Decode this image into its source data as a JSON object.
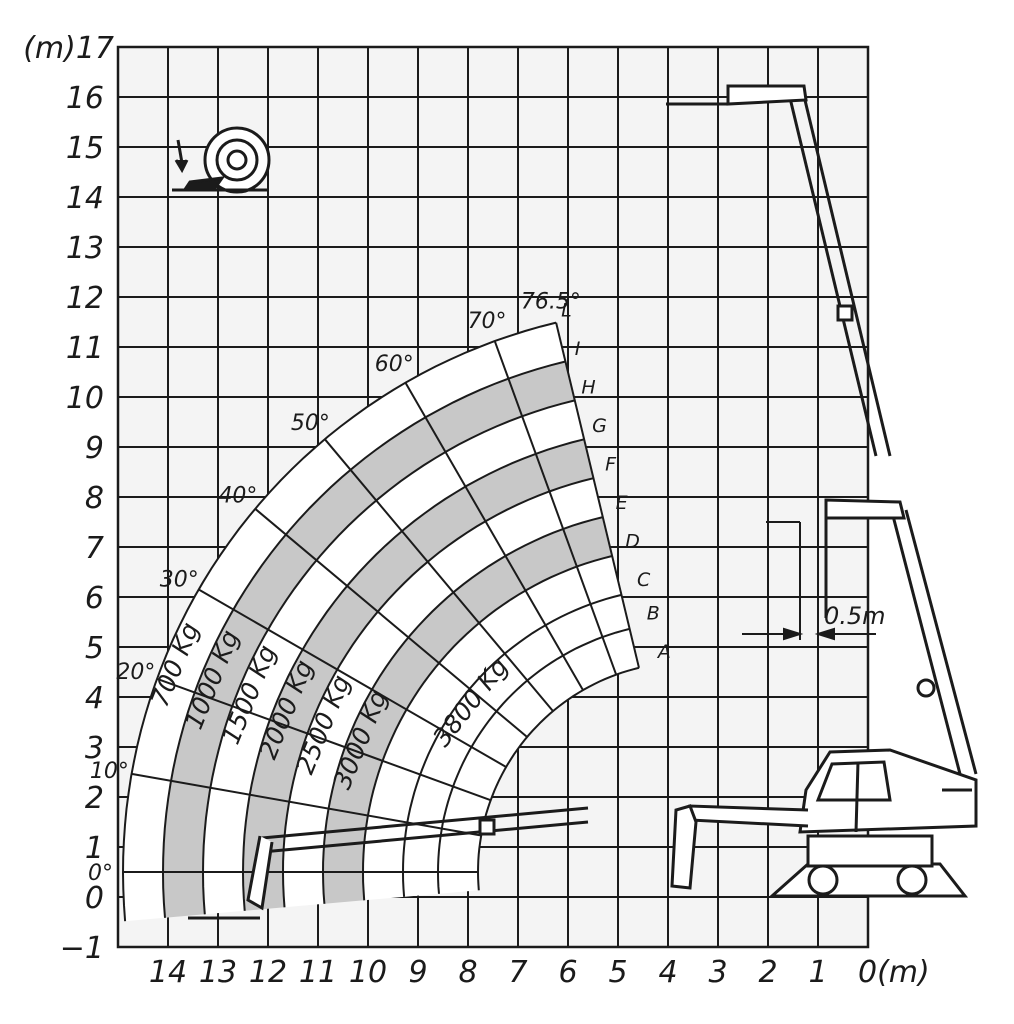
{
  "chart_data": {
    "type": "load_chart",
    "x_axis": {
      "range": [
        0,
        15
      ],
      "reversed": true,
      "ticks": [
        "14",
        "13",
        "12",
        "11",
        "10",
        "9",
        "8",
        "7",
        "6",
        "5",
        "4",
        "3",
        "2",
        "1"
      ],
      "zero_label": "0(m)"
    },
    "y_axis": {
      "range": [
        -1,
        17
      ],
      "ticks": [
        "-1",
        "0",
        "1",
        "2",
        "3",
        "4",
        "5",
        "6",
        "7",
        "8",
        "9",
        "10",
        "11",
        "12",
        "13",
        "14",
        "15",
        "16"
      ],
      "top_label": "(m)17"
    },
    "grid": true,
    "pivot": [
      3.6,
      0.5
    ],
    "boom_angles": [
      {
        "label": "0°",
        "deg": 0
      },
      {
        "label": "10°",
        "deg": 10
      },
      {
        "label": "20°",
        "deg": 20
      },
      {
        "label": "30°",
        "deg": 30
      },
      {
        "label": "40°",
        "deg": 40
      },
      {
        "label": "50°",
        "deg": 50
      },
      {
        "label": "60°",
        "deg": 60
      },
      {
        "label": "70°",
        "deg": 70
      },
      {
        "label": "76.5°",
        "deg": 76.5
      }
    ],
    "boom_lengths_m": [
      4.2,
      5.0,
      5.7,
      6.5,
      7.3,
      8.1,
      8.9,
      9.7,
      10.5,
      11.3
    ],
    "extension_marks": [
      "A",
      "B",
      "C",
      "D",
      "E",
      "F",
      "G",
      "H",
      "I",
      "L"
    ],
    "load_zones": [
      {
        "label": "3800 Kg",
        "from_m": 4.2,
        "to_m": 6.5
      },
      {
        "label": "3000 Kg",
        "from_m": 6.5,
        "to_m": 7.3
      },
      {
        "label": "2500 Kg",
        "from_m": 7.3,
        "to_m": 8.1
      },
      {
        "label": "2000 Kg",
        "from_m": 8.1,
        "to_m": 8.9
      },
      {
        "label": "1500 Kg",
        "from_m": 8.9,
        "to_m": 9.7
      },
      {
        "label": "1000 Kg",
        "from_m": 9.7,
        "to_m": 10.5
      },
      {
        "label": "700 Kg",
        "from_m": 10.5,
        "to_m": 11.3
      }
    ],
    "annotation": "0.5m"
  }
}
